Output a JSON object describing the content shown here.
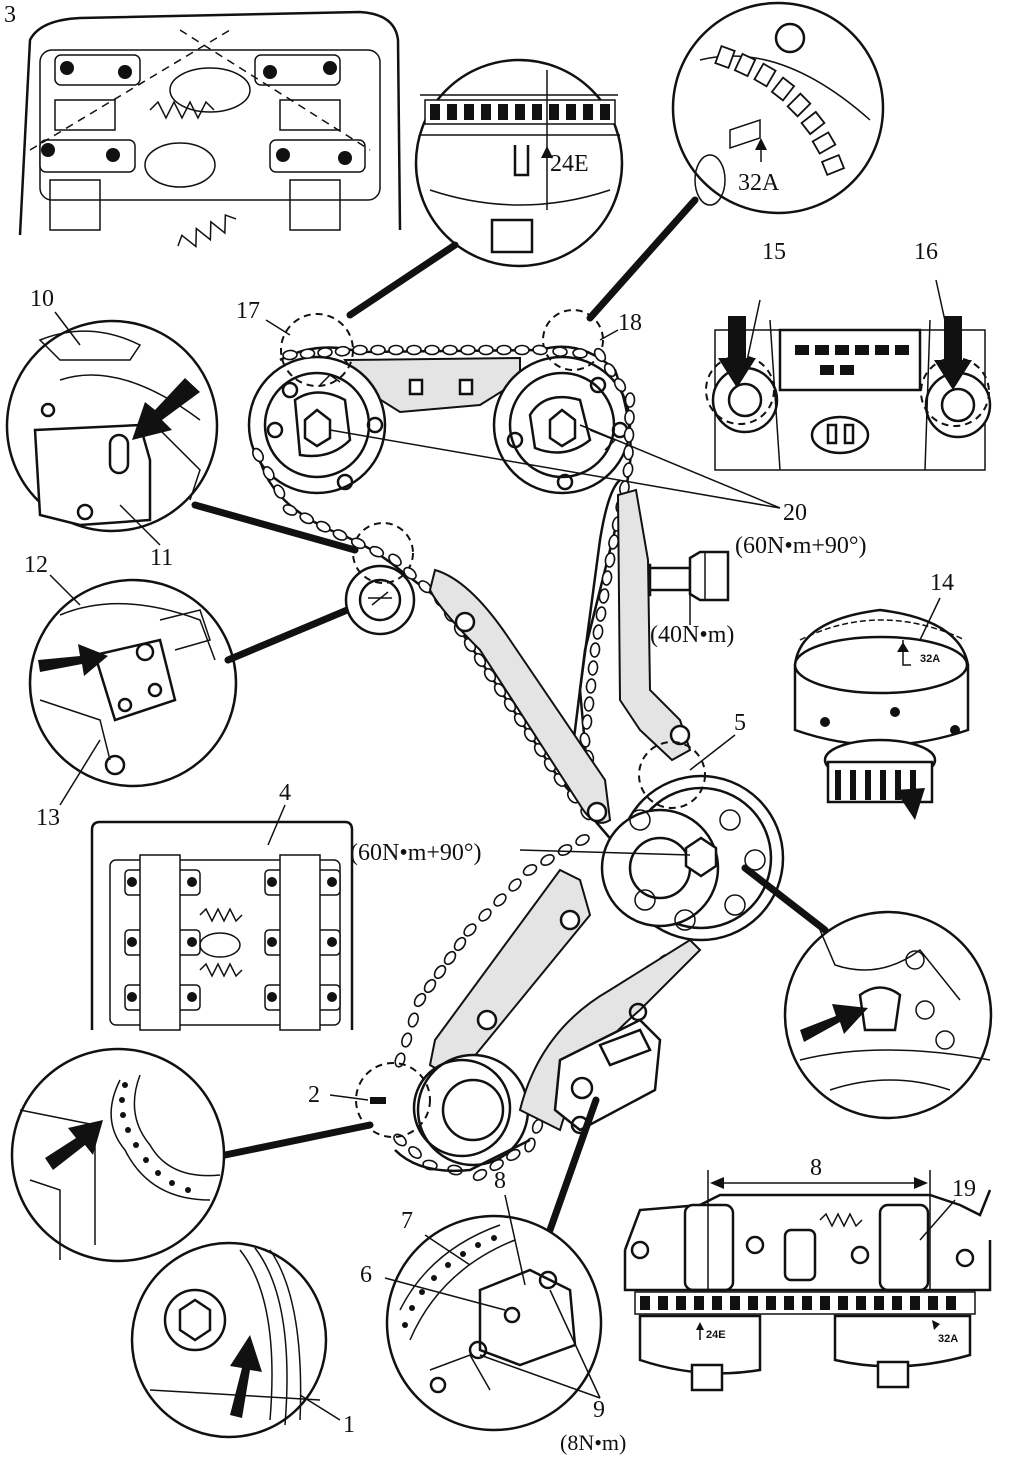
{
  "labels": {
    "l1": "1",
    "l2": "2",
    "l3": "3",
    "l4": "4",
    "l5": "5",
    "l6": "6",
    "l7": "7",
    "l8_detail": "8",
    "l8_width": "8",
    "l9": "9",
    "l10": "10",
    "l11": "11",
    "l12": "12",
    "l13": "13",
    "l14": "14",
    "l15": "15",
    "l16": "16",
    "l17": "17",
    "l18": "18",
    "l19": "19",
    "l20": "20"
  },
  "torques": {
    "camshaft_bolts": "(60N•m+90°)",
    "tensioner_plug": "(40N•m)",
    "crank_sprocket_bolt": "(60N•m+90°)",
    "tensioner_bolts": "(8N•m)"
  },
  "marks": {
    "intake_mark": "24E",
    "exhaust_mark": "32A",
    "adjuster_mark": "32A",
    "bottom_mark_left": "24E",
    "bottom_mark_right": "32A"
  },
  "icons": [
    "arrow-icon",
    "rotation-arrow-icon",
    "marking-arrow-icon"
  ]
}
